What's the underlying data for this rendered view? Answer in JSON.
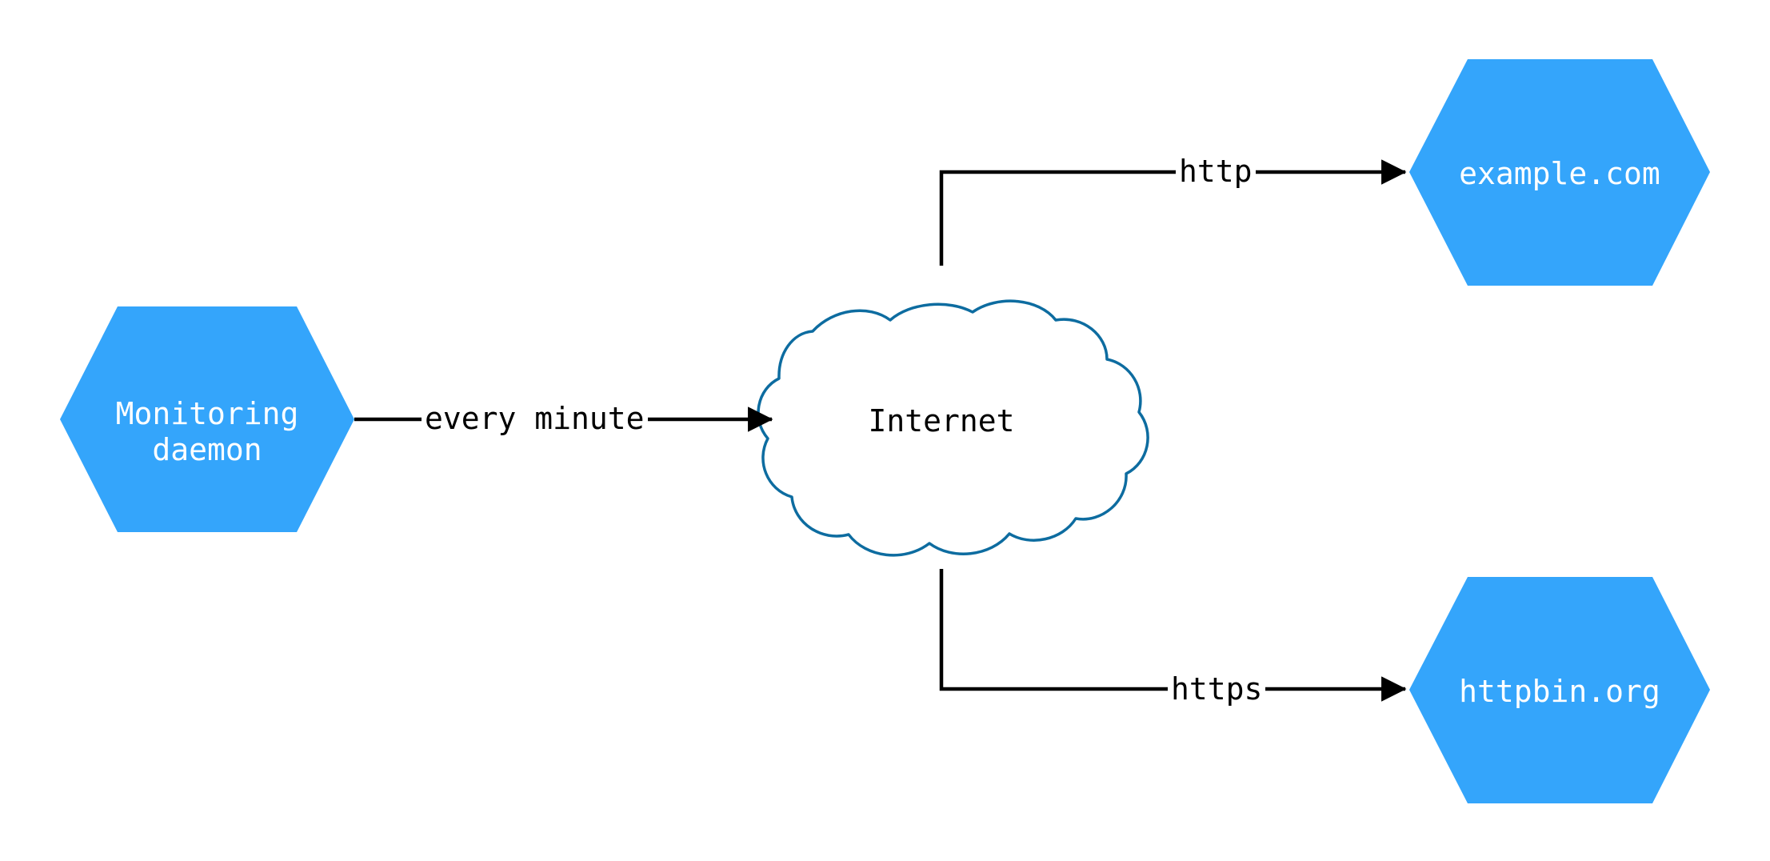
{
  "diagram": {
    "type": "network-flow-diagram",
    "background_color": "#ffffff",
    "node_fill_color": "#34a5fb",
    "node_text_color": "#ffffff",
    "cloud_stroke_color": "#0d6ca0",
    "edge_color": "#000000",
    "nodes": [
      {
        "id": "monitoring-daemon",
        "shape": "hexagon",
        "label_line1": "Monitoring",
        "label_line2": "daemon"
      },
      {
        "id": "internet",
        "shape": "cloud",
        "label": "Internet"
      },
      {
        "id": "example-com",
        "shape": "hexagon",
        "label": "example.com"
      },
      {
        "id": "httpbin-org",
        "shape": "hexagon",
        "label": "httpbin.org"
      }
    ],
    "edges": [
      {
        "id": "daemon-to-internet",
        "from": "monitoring-daemon",
        "to": "internet",
        "label": "every minute",
        "arrowhead": true
      },
      {
        "id": "internet-to-example",
        "from": "internet",
        "to": "example-com",
        "label": "http",
        "arrowhead": true
      },
      {
        "id": "internet-to-httpbin",
        "from": "internet",
        "to": "httpbin-org",
        "label": "https",
        "arrowhead": true
      }
    ]
  }
}
